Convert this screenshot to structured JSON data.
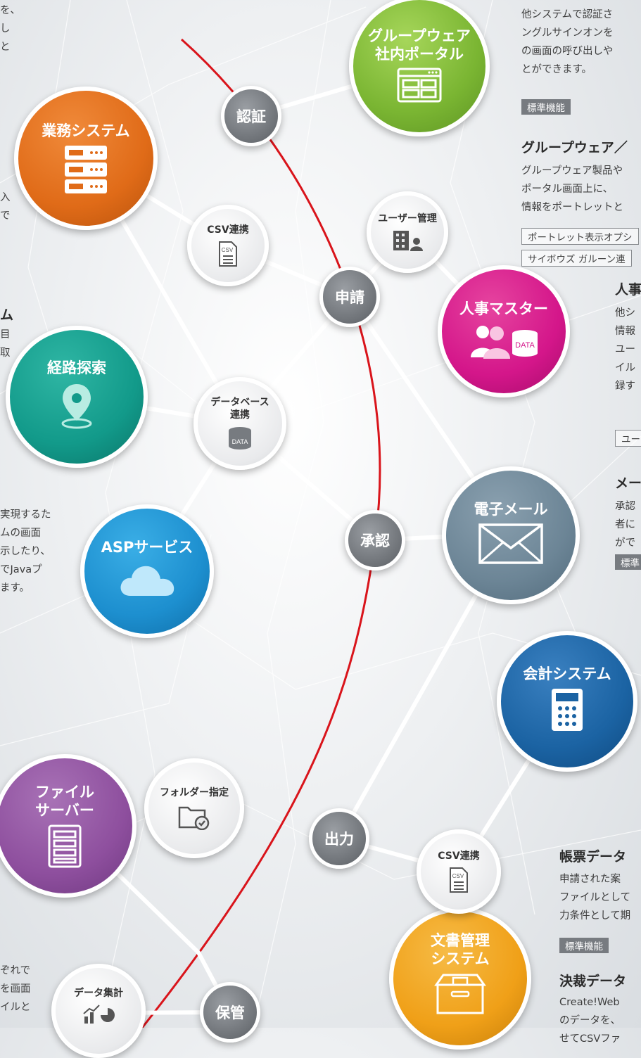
{
  "nodes": {
    "groupware": "グループウェア\n社内ポータル",
    "gyomu": "業務システム",
    "route": "経路探索",
    "asp": "ASPサービス",
    "file": "ファイル\nサーバー",
    "jinji": "人事マスター",
    "mail": "電子メール",
    "kaikei": "会計システム",
    "bunsho": "文書管理\nシステム",
    "csv1": "CSV連携",
    "db": "データベース\n連携",
    "user": "ユーザー管理",
    "folder": "フォルダー指定",
    "aggregate": "データ集計",
    "csv2": "CSV連携"
  },
  "steps": {
    "ninsho": "認証",
    "shinsei": "申請",
    "shonin": "承認",
    "shutsuryoku": "出力",
    "hokan": "保管"
  },
  "icon_text": {
    "csv": "CSV",
    "data": "DATA"
  },
  "right": {
    "sso_text": [
      "他システムで認証さ",
      "ングルサインオンを",
      "の画面の呼び出しや",
      "とができます。"
    ],
    "sso_tag": "標準機能",
    "gw_head": "グループウェア／",
    "gw_text": [
      "グループウェア製品や",
      "ポータル画面上に、",
      "情報をポートレットと"
    ],
    "gw_tag1": "ポートレット表示オプシ",
    "gw_tag2": "サイボウズ ガルーン連",
    "jinji_head": "人事",
    "jinji_text": [
      "他シ",
      "情報",
      "ユー",
      "イル",
      "録す"
    ],
    "jinji_tag": "ユー",
    "mail_head": "メー",
    "mail_text": [
      "承認",
      "者に",
      "がで"
    ],
    "mail_tag": "標準",
    "chohyo_head": "帳票データ",
    "chohyo_text": [
      "申請された案",
      "ファイルとして",
      "力条件として期"
    ],
    "chohyo_tag": "標準機能",
    "kessai_head": "決裁データ",
    "kessai_text": [
      "Create!Web",
      "のデータを、",
      "せてCSVファ"
    ]
  },
  "left": {
    "top_text": [
      "を、",
      "し",
      "と"
    ],
    "mid_text": [
      "入",
      "で"
    ],
    "sys_head": "ム",
    "sys_text": [
      "目",
      "取"
    ],
    "asp_text": [
      "実現するた",
      "ムの画面",
      "示したり、",
      "でJavaプ",
      "ます。"
    ],
    "bottom_text": [
      "ぞれで",
      "を画面",
      "イルと"
    ]
  },
  "colors": {
    "green": "#7ab532",
    "orange": "#e06b18",
    "teal": "#129a8a",
    "blue": "#1d8fcf",
    "purple": "#8e4f9e",
    "magenta": "#d4168a",
    "slate": "#6c8596",
    "navy": "#1b63a3",
    "amber": "#f0a018",
    "red": "#d9141b"
  }
}
